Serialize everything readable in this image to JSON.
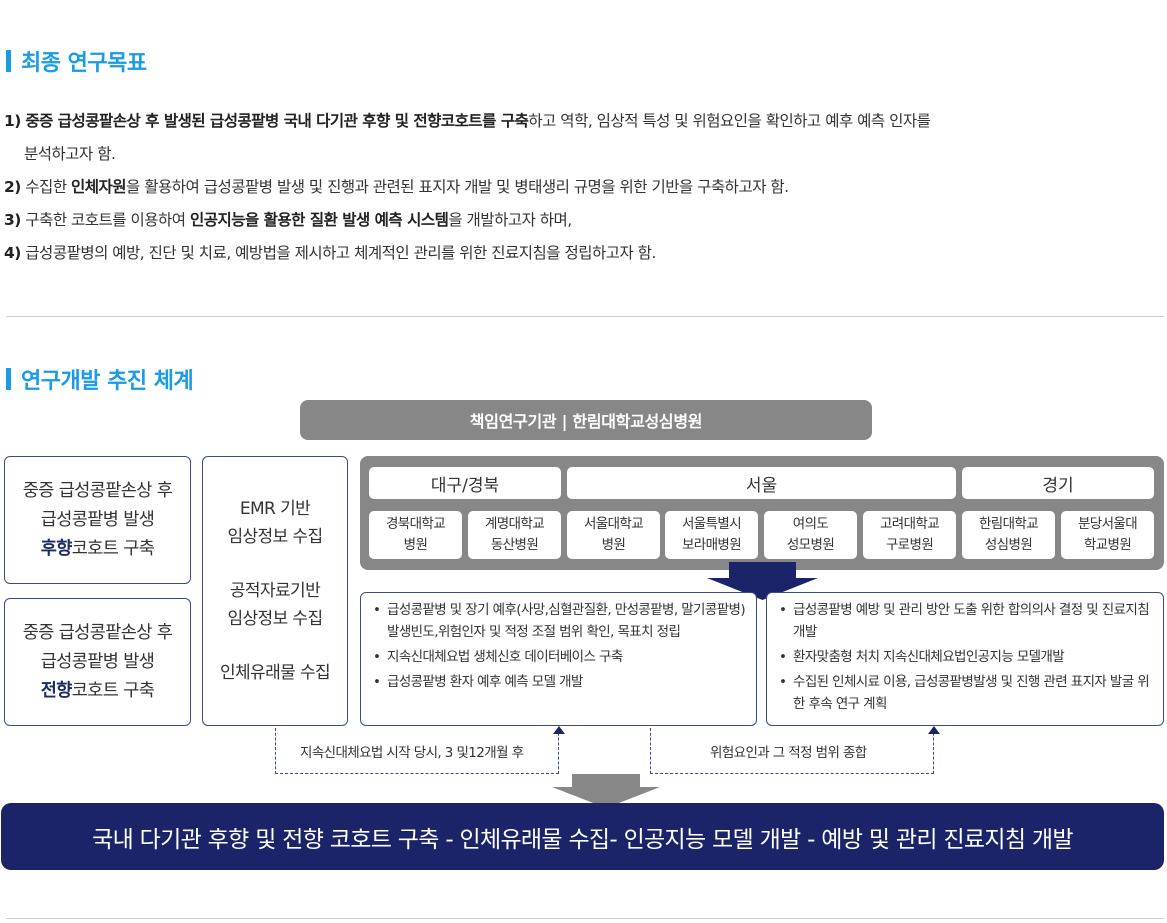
{
  "section1": {
    "title": "최종 연구목표",
    "goals": [
      {
        "num": "1)",
        "bold1": "중증 급성콩팥손상 후 발생된 급성콩팥병 국내 다기관 후향 및 전향코호트를 구축",
        "rest1": "하고 역학, 임상적 특성 및 위험요인을 확인하고 예후 예측 인자를",
        "cont": "분석하고자 함."
      },
      {
        "num": "2)",
        "pre": " 수집한 ",
        "bold": "인체자원",
        "post": "을 활용하여 급성콩팥병 발생 및 진행과 관련된 표지자 개발 및 병태생리 규명을 위한 기반을 구축하고자 함."
      },
      {
        "num": "3)",
        "pre": " 구축한 코호트를 이용하여 ",
        "bold": "인공지능을 활용한 질환 발생 예측 시스템",
        "post": "을 개발하고자 하며,"
      },
      {
        "num": "4)",
        "pre": " 급성콩팥병의 예방, 진단 및 치료, 예방법을 제시하고 체계적인 관리를 위한 진료지침을 정립하고자 함."
      }
    ]
  },
  "section2": {
    "title": "연구개발 추진 체계",
    "lead": "책임연구기관 | 한림대학교성심병원",
    "cohort_retro": {
      "line1": "중증 급성콩팥손상 후",
      "line2": "급성콩팥병 발생",
      "bold": "후향",
      "tail": "코호트 구축"
    },
    "cohort_pro": {
      "line1": "중증 급성콩팥손상 후",
      "line2": "급성콩팥병 발생",
      "bold": "전향",
      "tail": "코호트 구축"
    },
    "collection": {
      "emr1": "EMR 기반",
      "emr2": "임상정보 수집",
      "pub1": "공적자료기반",
      "pub2": "임상정보 수집",
      "bio": "인체유래물 수집"
    },
    "regions": {
      "daegu": "대구/경북",
      "seoul": "서울",
      "gyeonggi": "경기"
    },
    "hospitals": [
      {
        "l1": "경북대학교",
        "l2": "병원"
      },
      {
        "l1": "계명대학교",
        "l2": "동산병원"
      },
      {
        "l1": "서울대학교",
        "l2": "병원"
      },
      {
        "l1": "서울특별시",
        "l2": "보라매병원"
      },
      {
        "l1": "여의도",
        "l2": "성모병원"
      },
      {
        "l1": "고려대학교",
        "l2": "구로병원"
      },
      {
        "l1": "한림대학교",
        "l2": "성심병원"
      },
      {
        "l1": "분당서울대",
        "l2": "학교병원"
      }
    ],
    "left_bullets": [
      "급성콩팥병 및 장기 예후(사망,심혈관질환, 만성콩팥병, 말기콩팥병) 발생빈도,위험인자 및 적정 조절 범위 확인, 목표치 정립",
      "지속신대체요법 생체신호 데이터베이스 구축",
      "급성콩팥병 환자 예후 예측 모델 개발"
    ],
    "right_bullets": [
      "급성콩팥병 예방 및 관리 방안 도출 위한 합의의사 결정 및 진료지침 개발",
      "환자맞춤형 처치 지속신대체요법인공지능 모델개발",
      "수집된 인체시료 이용, 급성콩팥병발생 및 진행 관련 표지자 발굴 위한 후속 연구 계획"
    ],
    "note_left": "지속신대체요법 시작 당시, 3 및12개월 후",
    "note_right": "위험요인과 그 적정 범위 종합",
    "result": "국내 다기관 후향 및 전향 코호트 구축 - 인체유래물 수집- 인공지능 모델 개발 - 예방 및 관리 진료지침 개발"
  },
  "colors": {
    "accent": "#1a9be6",
    "navy": "#1b2469",
    "gray": "#878787",
    "border": "#3a4a8c"
  }
}
